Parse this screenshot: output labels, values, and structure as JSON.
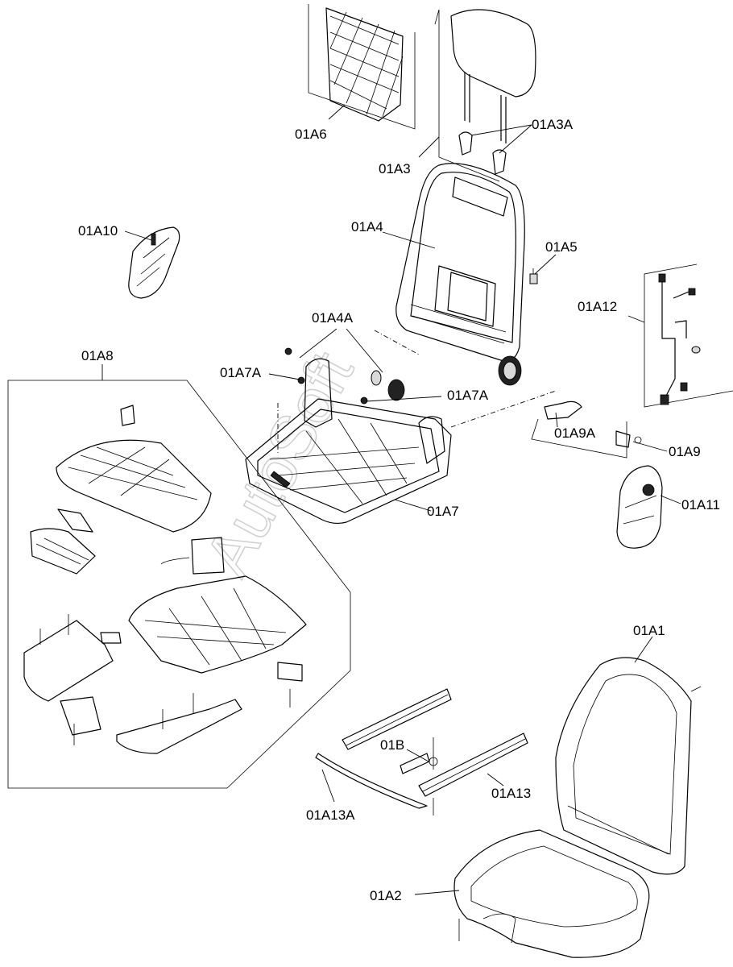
{
  "diagram": {
    "watermark": "AutoSoft",
    "labels": {
      "p01A1": "01A1",
      "p01A2": "01A2",
      "p01A3": "01A3",
      "p01A3A": "01A3A",
      "p01A4": "01A4",
      "p01A4A": "01A4A",
      "p01A5": "01A5",
      "p01A6": "01A6",
      "p01A7": "01A7",
      "p01A7A_left": "01A7A",
      "p01A7A_right": "01A7A",
      "p01A8": "01A8",
      "p01A9": "01A9",
      "p01A9A": "01A9A",
      "p01A10": "01A10",
      "p01A11": "01A11",
      "p01A12": "01A12",
      "p01A13": "01A13",
      "p01A13A": "01A13A",
      "p01B": "01B"
    }
  }
}
